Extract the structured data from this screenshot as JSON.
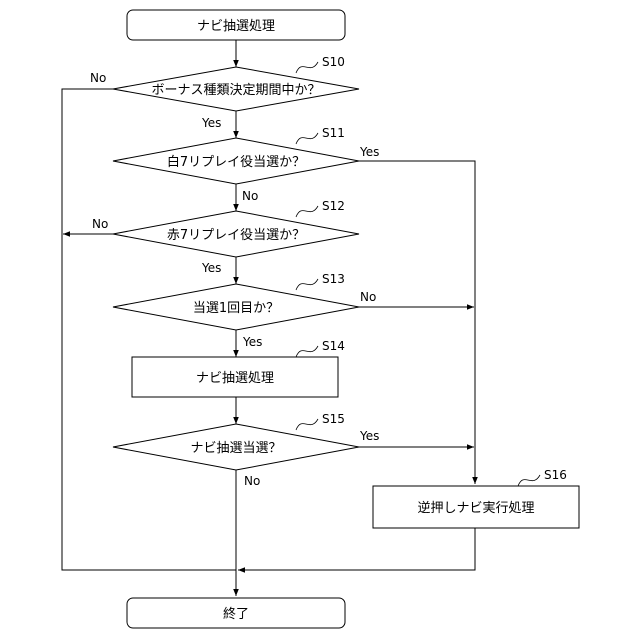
{
  "nodes": {
    "start": "ナビ抽選処理",
    "s10": "ボーナス種類決定期間中か？",
    "s11": "白7リプレイ役当選か？",
    "s12": "赤7リプレイ役当選か？",
    "s13": "当選1回目か？",
    "s14": "ナビ抽選処理",
    "s15": "ナビ抽選当選？",
    "s16": "逆押しナビ実行処理",
    "end": "終了"
  },
  "steps": {
    "s10": "S10",
    "s11": "S11",
    "s12": "S12",
    "s13": "S13",
    "s14": "S14",
    "s15": "S15",
    "s16": "S16"
  },
  "labels": {
    "s10_no": "No",
    "s10_yes": "Yes",
    "s11_yes": "Yes",
    "s11_no": "No",
    "s12_no": "No",
    "s12_yes": "Yes",
    "s13_no": "No",
    "s13_yes": "Yes",
    "s15_yes": "Yes",
    "s15_no": "No"
  }
}
